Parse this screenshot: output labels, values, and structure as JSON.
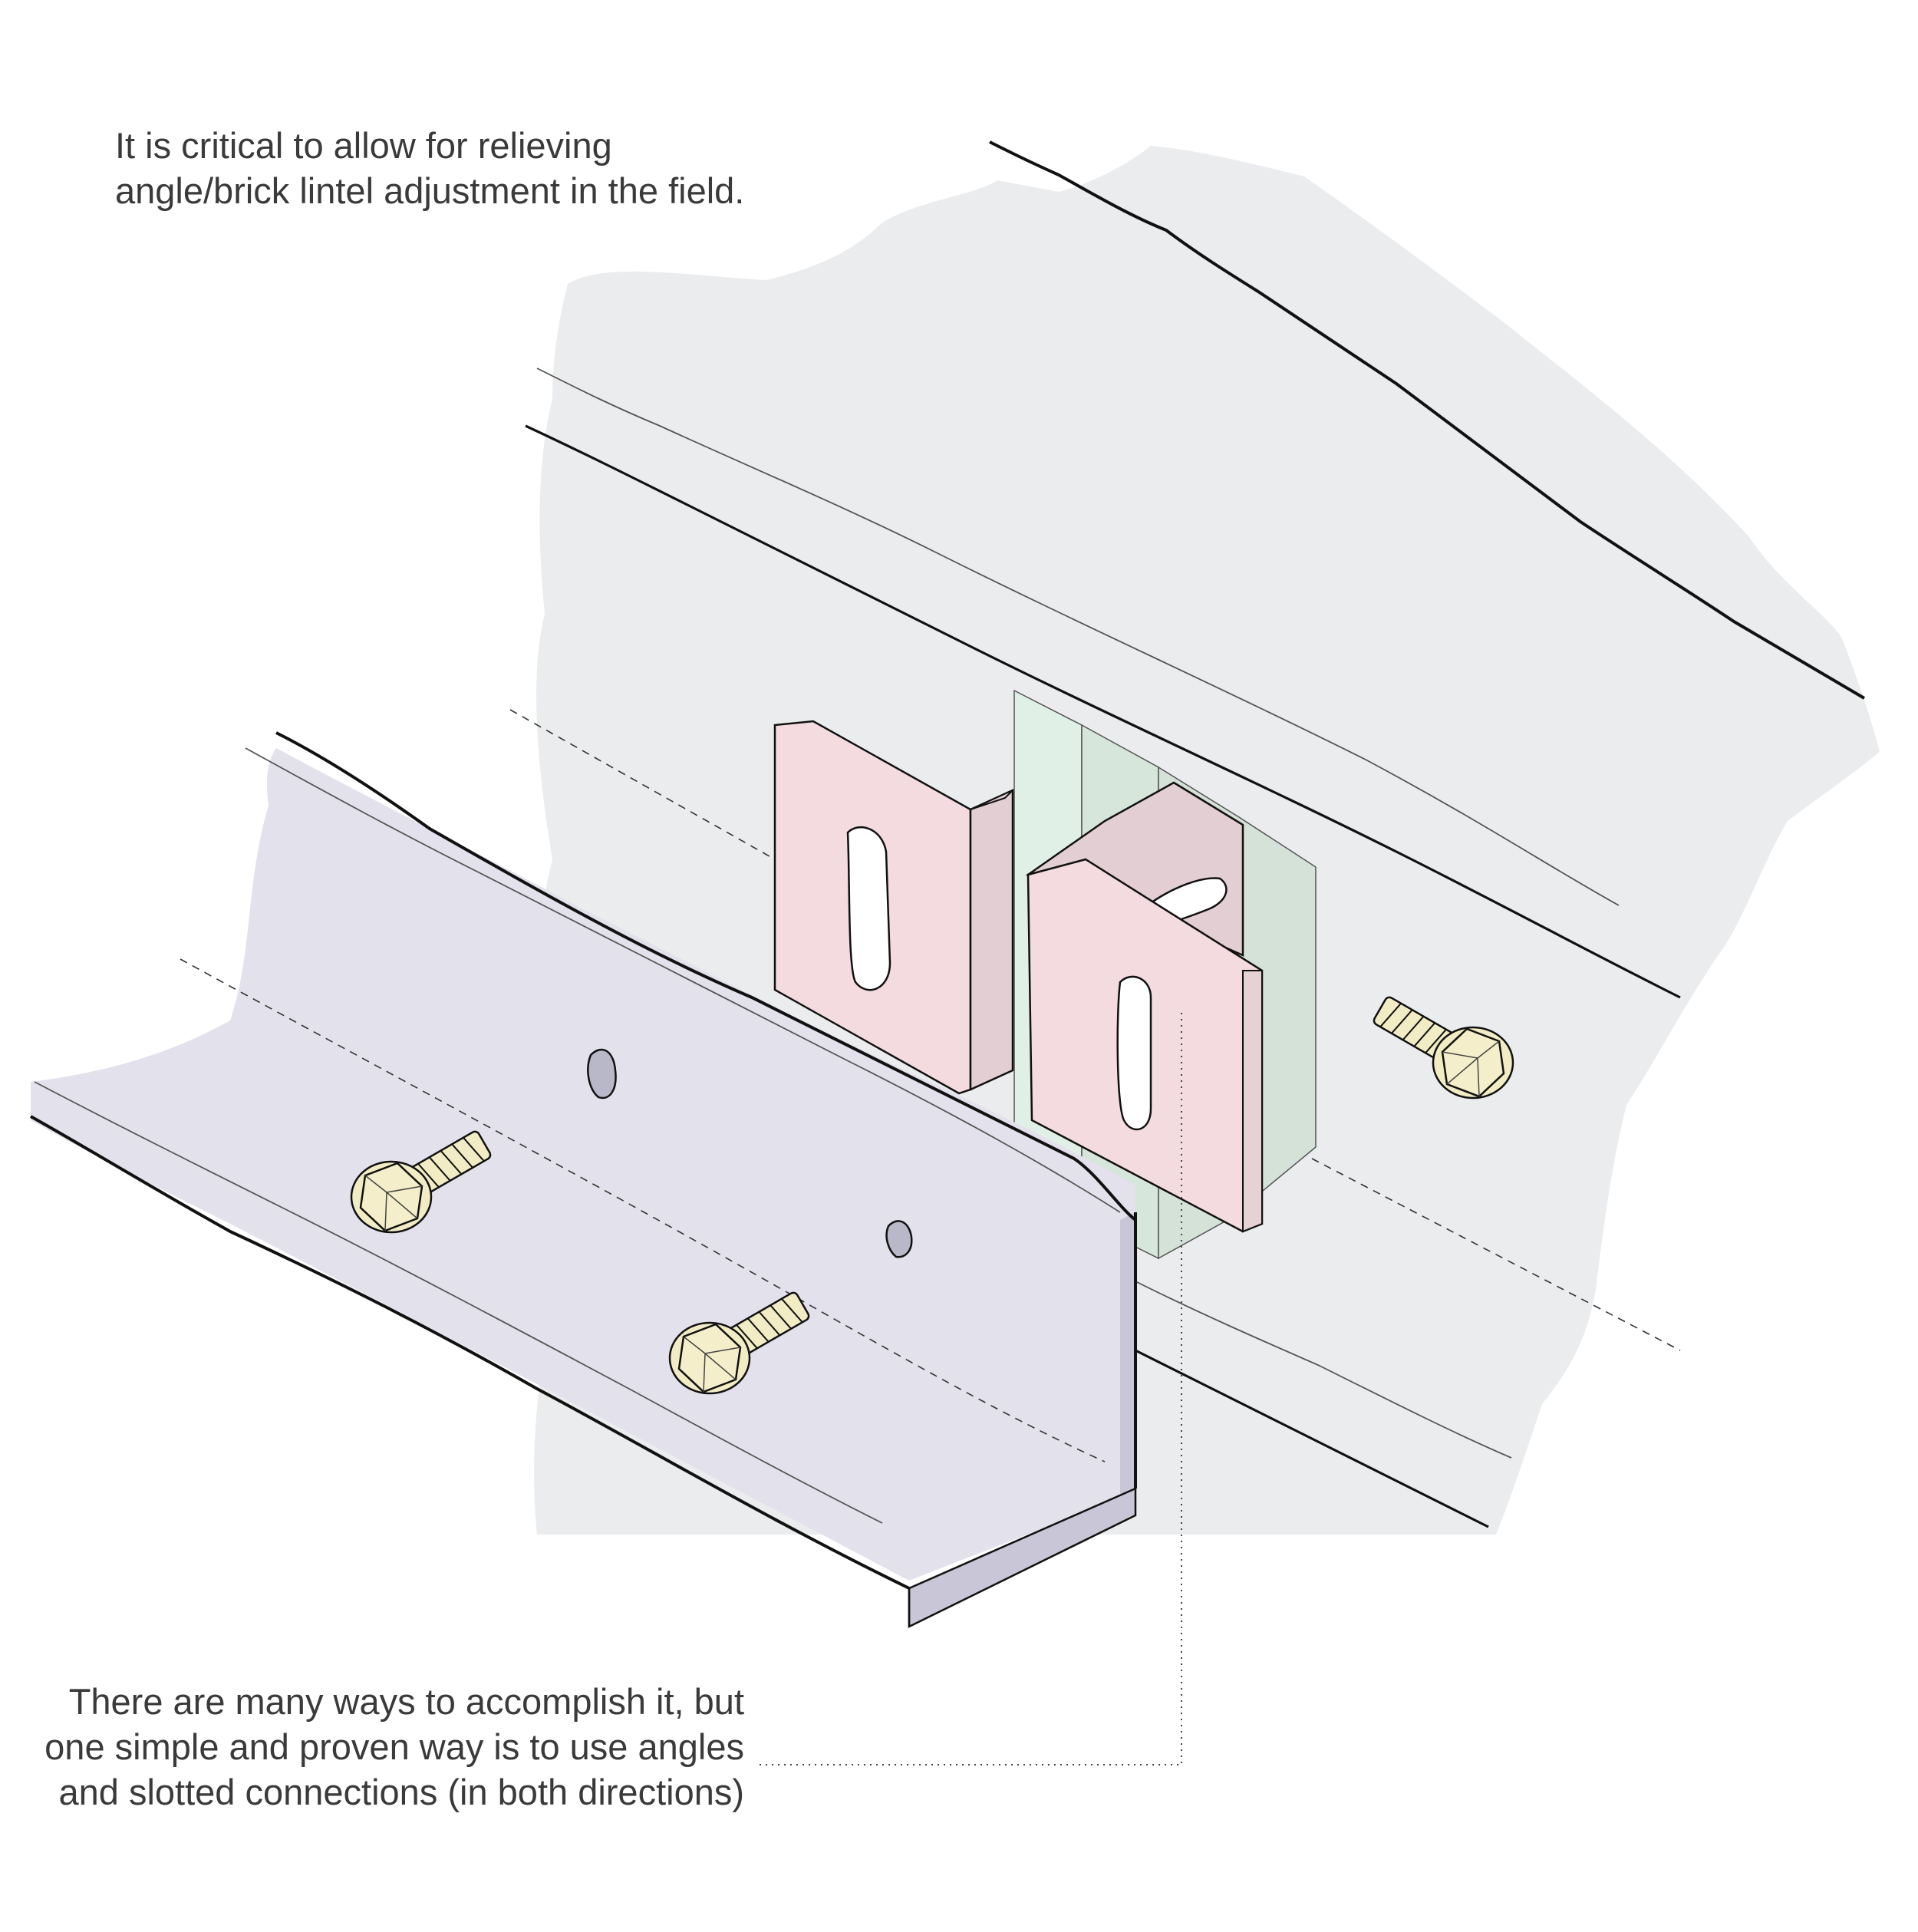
{
  "annotations": {
    "top_note": {
      "lines": [
        "It is critical to allow for relieving",
        "angle/brick lintel adjustment in the field."
      ]
    },
    "bottom_note": {
      "lines": [
        "There are many ways to accomplish it, but",
        "one simple and proven way is to use angles",
        "and slotted connections (in both directions)"
      ]
    }
  },
  "colors": {
    "wall": "#ebecee",
    "lintel_angle": "#e3e1ec",
    "lintel_angle_edge": "#c8c6d7",
    "clip_angle": "#f3dbe0",
    "clip_angle_side": "#e3cfd3",
    "backing_plate": "#e1f0e6",
    "backing_plate_shade": "#d4e2d8",
    "bolt": "#f1ecc4",
    "outline": "#111111"
  },
  "icons": {
    "bolt": "hex-head-bolt-icon",
    "slot": "slotted-hole-icon"
  }
}
